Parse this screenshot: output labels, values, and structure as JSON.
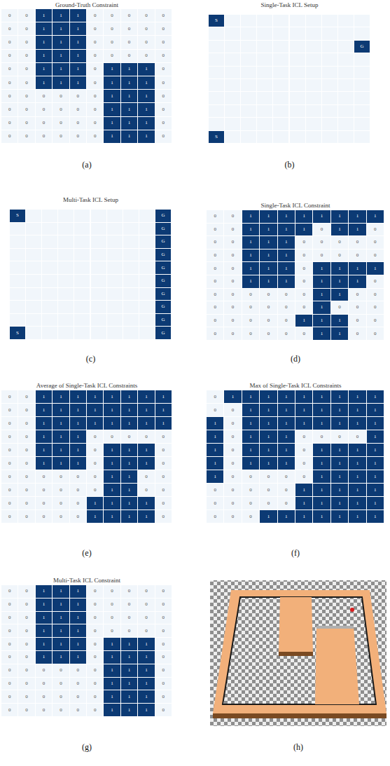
{
  "diagram": {
    "labels": [
      "Ground-Truth Constraint",
      "0",
      "0",
      "1",
      "1",
      "1",
      "0",
      "0",
      "0",
      "0",
      "0",
      "0",
      "0",
      "1",
      "1",
      "1",
      "0",
      "0",
      "0",
      "0",
      "0",
      "0",
      "0",
      "1",
      "1",
      "1",
      "0",
      "0",
      "0",
      "0",
      "0",
      "0",
      "0",
      "1",
      "1",
      "1",
      "0",
      "0",
      "0",
      "0",
      "0",
      "0",
      "0",
      "1",
      "1",
      "1",
      "0",
      "1",
      "1",
      "1",
      "0",
      "0",
      "0",
      "1",
      "1",
      "1",
      "0",
      "1",
      "1",
      "1",
      "0",
      "0",
      "0",
      "0",
      "0",
      "0",
      "0",
      "1",
      "1",
      "1",
      "0",
      "0",
      "0",
      "0",
      "0",
      "0",
      "0",
      "1",
      "1",
      "1",
      "0",
      "0",
      "0",
      "0",
      "0",
      "0",
      "0",
      "1",
      "1",
      "1",
      "0",
      "0",
      "0",
      "0",
      "0",
      "0",
      "0",
      "1",
      "1",
      "1",
      "0",
      "(a)",
      "Single-Task ICL Setup",
      "S",
      "G",
      "S",
      "(b)",
      "Multi-Task ICL Setup",
      "S",
      "G",
      "G",
      "G",
      "G",
      "G",
      "G",
      "G",
      "G",
      "G",
      "S",
      "G",
      "(c)",
      "Single-Task ICL Constraint",
      "0",
      "0",
      "1",
      "1",
      "1",
      "1",
      "1",
      "1",
      "1",
      "1",
      "0",
      "0",
      "1",
      "1",
      "1",
      "1",
      "0",
      "1",
      "1",
      "0",
      "0",
      "0",
      "1",
      "1",
      "1",
      "0",
      "0",
      "0",
      "0",
      "0",
      "0",
      "0",
      "1",
      "1",
      "1",
      "0",
      "0",
      "0",
      "0",
      "0",
      "0",
      "0",
      "1",
      "1",
      "1",
      "0",
      "1",
      "1",
      "1",
      "1",
      "0",
      "0",
      "1",
      "1",
      "1",
      "0",
      "1",
      "1",
      "1",
      "0",
      "0",
      "0",
      "0",
      "0",
      "0",
      "0",
      "1",
      "1",
      "0",
      "0",
      "0",
      "0",
      "0",
      "0",
      "0",
      "0",
      "1",
      "0",
      "0",
      "0",
      "0",
      "0",
      "0",
      "0",
      "0",
      "1",
      "1",
      "1",
      "0",
      "0",
      "0",
      "0",
      "0",
      "0",
      "0",
      "0",
      "1",
      "1",
      "0",
      "0",
      "(d)",
      "Average of Single-Task ICL Constraints",
      "0",
      "0",
      "1",
      "1",
      "1",
      "1",
      "1",
      "1",
      "1",
      "1",
      "0",
      "0",
      "1",
      "1",
      "1",
      "1",
      "1",
      "1",
      "1",
      "1",
      "0",
      "0",
      "1",
      "1",
      "1",
      "1",
      "1",
      "1",
      "1",
      "1",
      "0",
      "0",
      "1",
      "1",
      "1",
      "0",
      "0",
      "0",
      "0",
      "0",
      "0",
      "0",
      "1",
      "1",
      "1",
      "0",
      "1",
      "1",
      "1",
      "0",
      "0",
      "0",
      "1",
      "1",
      "1",
      "0",
      "1",
      "1",
      "1",
      "0",
      "0",
      "0",
      "0",
      "0",
      "0",
      "0",
      "1",
      "1",
      "0",
      "0",
      "0",
      "0",
      "0",
      "0",
      "0",
      "0",
      "1",
      "1",
      "0",
      "0",
      "0",
      "0",
      "0",
      "0",
      "0",
      "1",
      "1",
      "1",
      "1",
      "0",
      "0",
      "0",
      "0",
      "0",
      "0",
      "1",
      "1",
      "1",
      "1",
      "0",
      "(e)",
      "Max of Single-Task ICL Constraints",
      "0",
      "1",
      "1",
      "1",
      "1",
      "1",
      "1",
      "1",
      "1",
      "1",
      "0",
      "0",
      "1",
      "1",
      "1",
      "1",
      "1",
      "1",
      "1",
      "1",
      "1",
      "0",
      "1",
      "1",
      "1",
      "1",
      "1",
      "1",
      "1",
      "1",
      "1",
      "0",
      "1",
      "1",
      "1",
      "0",
      "0",
      "0",
      "0",
      "1",
      "1",
      "0",
      "1",
      "1",
      "1",
      "0",
      "1",
      "1",
      "1",
      "1",
      "1",
      "0",
      "1",
      "1",
      "1",
      "0",
      "1",
      "1",
      "1",
      "1",
      "1",
      "0",
      "0",
      "0",
      "0",
      "0",
      "1",
      "1",
      "1",
      "1",
      "0",
      "0",
      "0",
      "0",
      "0",
      "1",
      "1",
      "1",
      "1",
      "1",
      "0",
      "0",
      "0",
      "0",
      "0",
      "1",
      "1",
      "1",
      "1",
      "1",
      "0",
      "0",
      "0",
      "1",
      "1",
      "1",
      "1",
      "1",
      "1",
      "1",
      "(f)",
      "Multi-Task ICL Constraint",
      "0",
      "0",
      "1",
      "1",
      "1",
      "0",
      "0",
      "0",
      "0",
      "0",
      "0",
      "0",
      "1",
      "1",
      "1",
      "0",
      "0",
      "0",
      "0",
      "0",
      "0",
      "0",
      "1",
      "1",
      "1",
      "0",
      "0",
      "0",
      "0",
      "0",
      "0",
      "0",
      "1",
      "1",
      "1",
      "0",
      "0",
      "0",
      "0",
      "0",
      "0",
      "0",
      "1",
      "1",
      "1",
      "0",
      "1",
      "1",
      "1",
      "0",
      "0",
      "0",
      "1",
      "1",
      "1",
      "0",
      "1",
      "1",
      "1",
      "0",
      "0",
      "0",
      "0",
      "0",
      "0",
      "0",
      "1",
      "1",
      "1",
      "0",
      "0",
      "0",
      "0",
      "0",
      "0",
      "0",
      "1",
      "1",
      "1",
      "0",
      "0",
      "0",
      "0",
      "0",
      "0",
      "0",
      "1",
      "1",
      "1",
      "0",
      "0",
      "0",
      "0",
      "0",
      "0",
      "0",
      "1",
      "1",
      "1",
      "0",
      "(g)",
      "(h)"
    ]
  }
}
